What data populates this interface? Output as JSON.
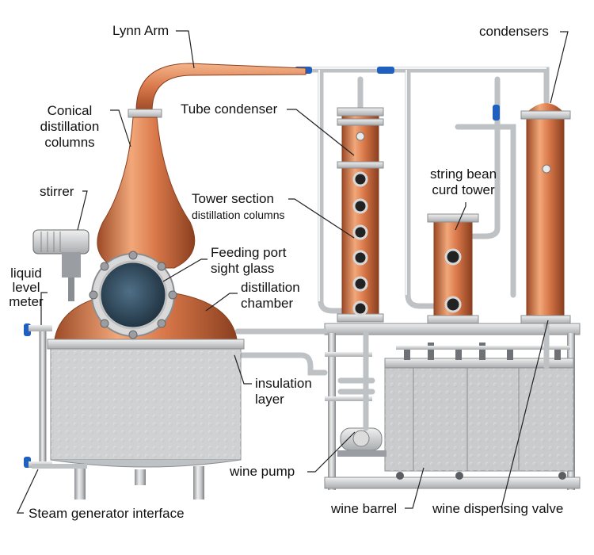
{
  "labels": {
    "lynn_arm": "Lynn Arm",
    "condensers": "condensers",
    "conical_line1": "Conical",
    "conical_line2": "distillation",
    "conical_line3": "columns",
    "tube_condenser": "Tube condenser",
    "stirrer": "stirrer",
    "string_bean_line1": "string bean",
    "string_bean_line2": "curd tower",
    "tower_section_line1": "Tower section",
    "tower_section_line2": "distillation columns",
    "liquid_level_line1": "liquid",
    "liquid_level_line2": "level",
    "liquid_level_line3": "meter",
    "feeding_port_line1": "Feeding port",
    "feeding_port_line2": "sight glass",
    "distillation_chamber_line1": "distillation",
    "distillation_chamber_line2": "chamber",
    "insulation_line1": "insulation",
    "insulation_line2": "layer",
    "wine_pump": "wine pump",
    "steam_generator": "Steam generator interface",
    "wine_barrel": "wine barrel",
    "wine_dispensing_valve": "wine dispensing valve"
  },
  "colors": {
    "copper_light": "#f2a87a",
    "copper_mid": "#d9784a",
    "copper_dark": "#9c4a26",
    "steel_light": "#e8e8e8",
    "steel_mid": "#b9bcbf",
    "steel_dark": "#7d8185",
    "glass": "#2f4a5e",
    "valve_blue": "#1f5fbf",
    "leader_line": "#222222"
  }
}
